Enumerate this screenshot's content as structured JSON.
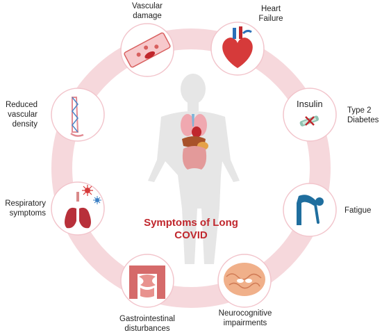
{
  "title": {
    "line1": "Symptoms of Long",
    "line2": "COVID"
  },
  "symptoms": {
    "vascular_damage": "Vascular\ndamage",
    "heart_failure": "Heart\nFailure",
    "type2_diabetes": "Type 2\nDiabetes",
    "insulin_text": "Insulin",
    "fatigue": "Fatigue",
    "neurocognitive": "Neurocognitive\nimpairments",
    "gastrointestinal": "Gastrointestinal\ndisturbances",
    "respiratory": "Respiratory\nsymptoms",
    "vascular_density": "Reduced\nvascular\ndensity"
  },
  "colors": {
    "ring": "#f6d8dc",
    "circle_border": "#f2c4cb",
    "title": "#c0272d",
    "body": "#e6e6e6",
    "text": "#222222",
    "heart": "#d63a3a",
    "lung": "#b8303a",
    "intestine": "#d56a6a",
    "brain": "#f0b08a",
    "fatigue_figure": "#1f6e9e"
  }
}
